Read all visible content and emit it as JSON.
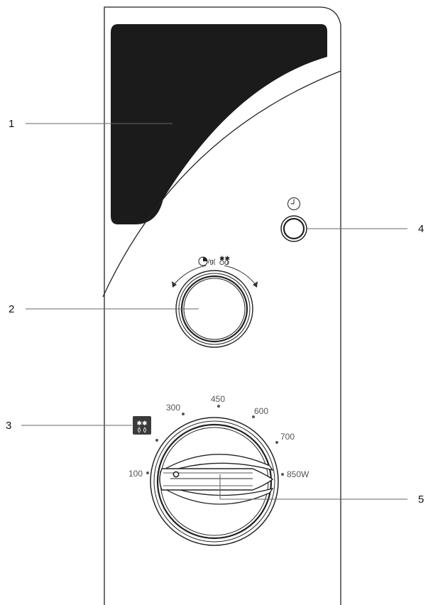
{
  "callouts": [
    {
      "id": "1",
      "label": "1"
    },
    {
      "id": "2",
      "label": "2"
    },
    {
      "id": "3",
      "label": "3"
    },
    {
      "id": "4",
      "label": "4"
    },
    {
      "id": "5",
      "label": "5"
    }
  ],
  "timer_dial": {
    "symbol_text": "/g("
  },
  "power_scale": {
    "marks": [
      "100",
      "300",
      "450",
      "600",
      "700",
      "850W"
    ]
  },
  "icons": {
    "defrost": "snowflake-drops-icon",
    "clock": "clock-icon"
  }
}
